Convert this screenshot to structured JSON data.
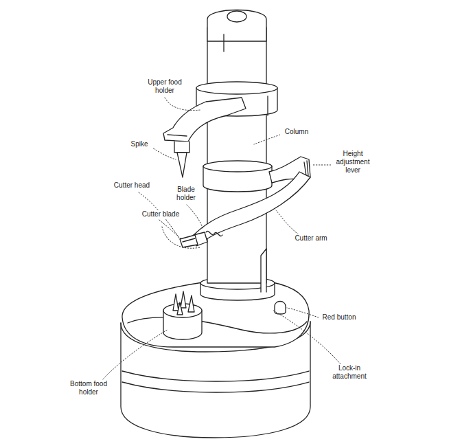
{
  "diagram": {
    "labels": [
      "Upper food holder",
      "Spike",
      "Column",
      "Height adjustment lever",
      "Cutter head",
      "Blade holder",
      "Cutter blade",
      "Cutter arm",
      "Red button",
      "Lock-in attachment",
      "Bottom food holder"
    ]
  }
}
